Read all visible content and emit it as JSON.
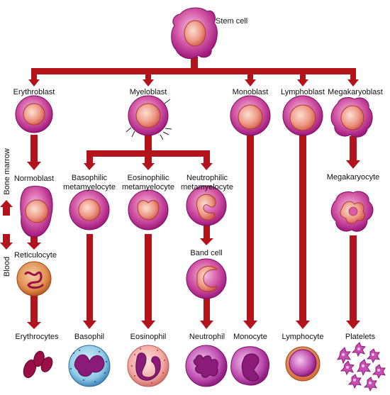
{
  "colors": {
    "arrow": "#b3141c",
    "cell_outer": "#a0187e",
    "cell_mid": "#d65ca8",
    "nucleus": "#d95a50",
    "nucleus_light": "#f5c5b5",
    "rbc": "#9a0f45",
    "basophil_bg": "#7fc4e4",
    "eosinophil_bg": "#f2a7a0",
    "lymph_bg": "#e07548"
  },
  "labels": {
    "stem_cell": "Stem cell",
    "erythroblast": "Erythroblast",
    "myeloblast": "Myeloblast",
    "monoblast": "Monoblast",
    "lymphoblast": "Lymphoblast",
    "megakaryoblast": "Megakaryoblast",
    "normoblast": "Normoblast",
    "basophilic_1": "Basophilic",
    "basophilic_2": "metamyelocyte",
    "eosinophilic_1": "Eosinophilic",
    "eosinophilic_2": "metamyelocyte",
    "neutrophilic_1": "Neutrophilic",
    "neutrophilic_2": "metamyelocyte",
    "megakaryocyte": "Megakaryocyte",
    "reticulocyte": "Reticulocyte",
    "band_cell": "Band cell",
    "erythrocytes": "Erythrocytes",
    "basophil": "Basophil",
    "eosinophil": "Eosinophil",
    "neutrophil": "Neutrophil",
    "monocyte": "Monocyte",
    "lymphocyte": "Lymphocyte",
    "platelets": "Platelets"
  },
  "side": {
    "bone_marrow": "Bone marrow",
    "blood": "Blood"
  }
}
